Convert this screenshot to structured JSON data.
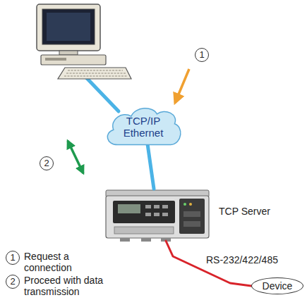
{
  "diagram": {
    "nodes": [
      {
        "text": [
          "TCP/IP Ethernet"
        ]
      },
      {
        "text": [
          "TCP Server"
        ]
      },
      {
        "text": [
          "Device"
        ]
      }
    ],
    "edges": [
      {
        "from": 0,
        "to": 1,
        "arrow": "none"
      },
      {
        "from": 1,
        "to": 2,
        "arrow": "none",
        "label": "RS-232/422/485"
      }
    ],
    "labels": [
      "1",
      "2",
      "1",
      "Request a connection",
      "2",
      "Proceed with data transmission"
    ]
  }
}
